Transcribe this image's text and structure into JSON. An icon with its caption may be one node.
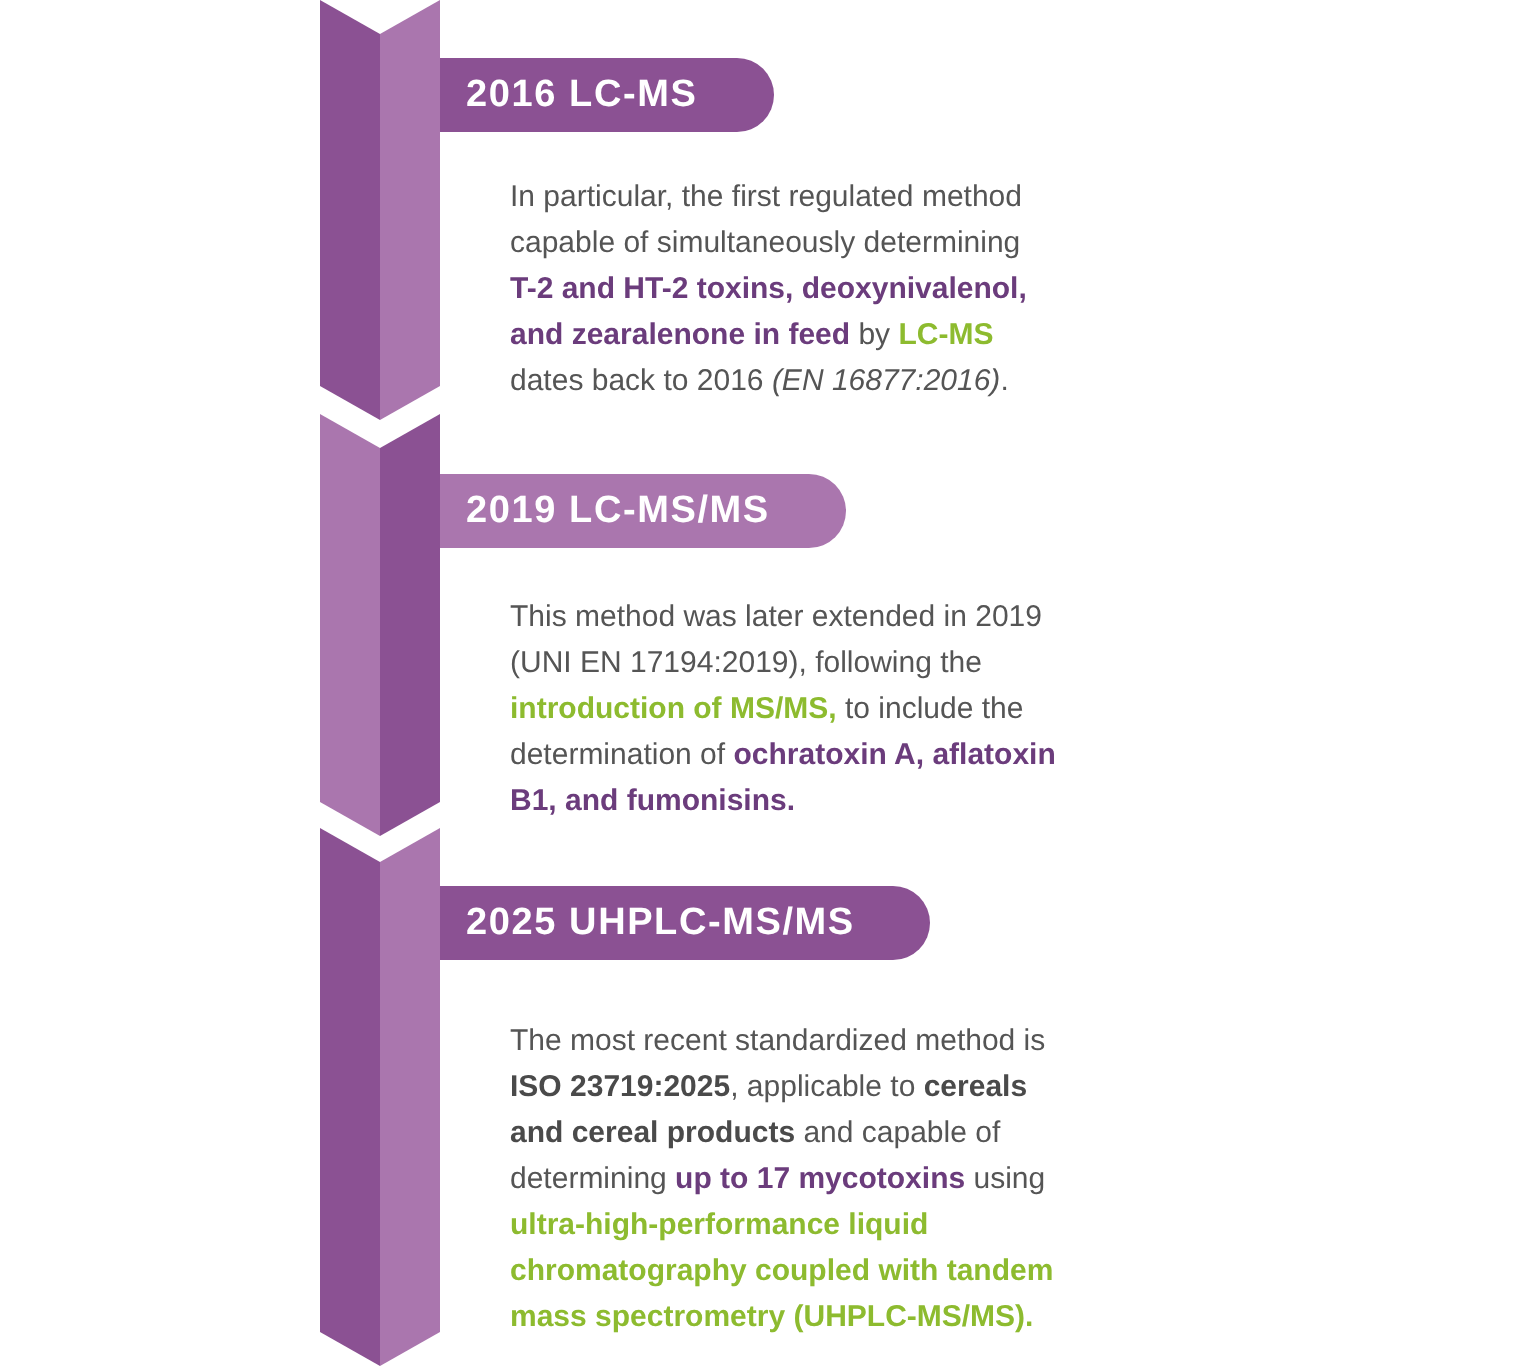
{
  "diagram": {
    "nodes": [
      {
        "text": [
          "2016 LC-MS"
        ],
        "beside": [
          "In particular, the first regulated method capable of simultaneously determining **T-2 and HT-2 toxins, deoxynivalenol, and zearalenone in feed** by **LC-MS** dates back to 2016 *(EN 16877:2016)*."
        ]
      },
      {
        "text": [
          "2019 LC-MS/MS"
        ],
        "beside": [
          "This method was later extended in 2019 (UNI EN 17194:2019), following the **introduction of MS/MS,** to include the determination of **ochratoxin A, aflatoxin B1, and fumonisins.**"
        ]
      },
      {
        "text": [
          "2025 UHPLC-MS/MS"
        ],
        "beside": [
          "The most recent standardized method is **ISO 23719:2025**, applicable to **cereals and cereal products** and capable of determining **up to 17 mycotoxins** using **ultra-high-performance liquid chromatography coupled with tandem mass spectrometry (UHPLC-MS/MS).**"
        ]
      }
    ]
  }
}
